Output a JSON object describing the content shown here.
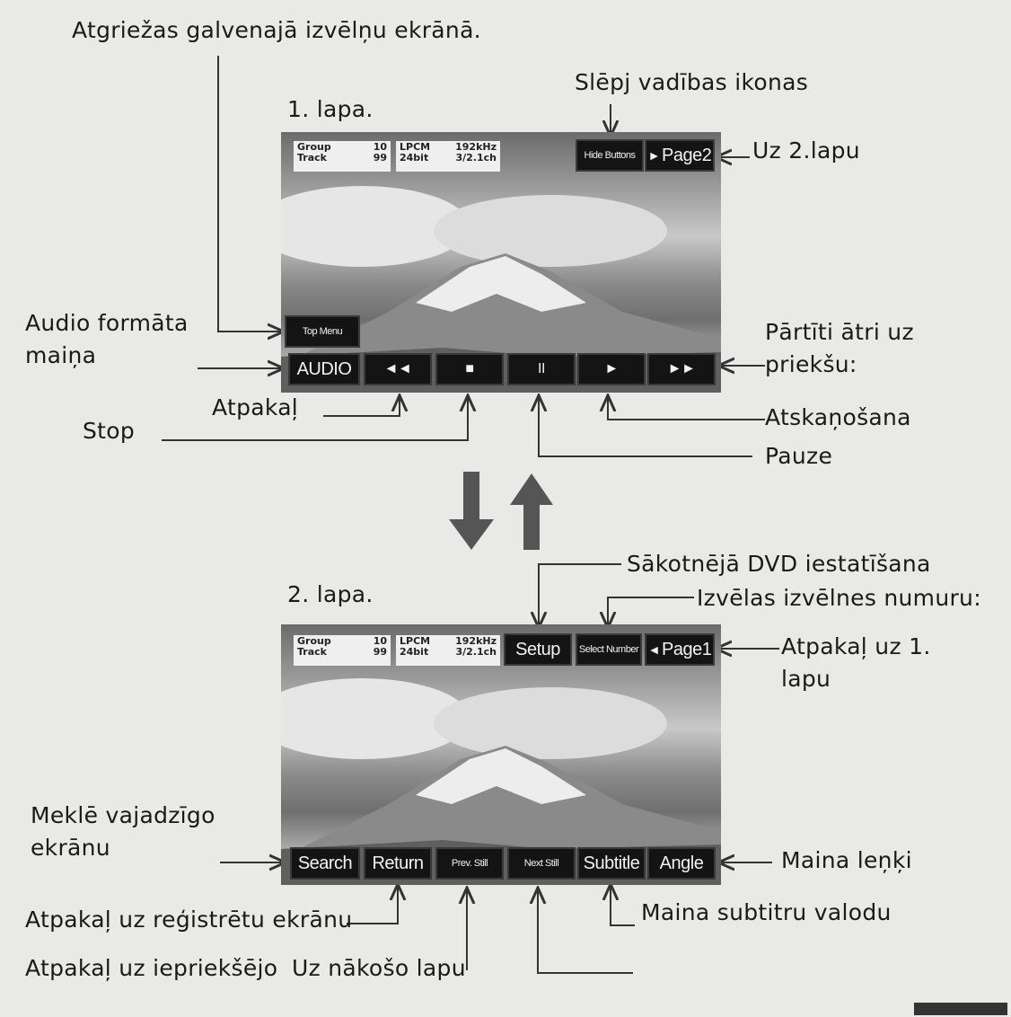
{
  "page1": {
    "heading": "1. lapa.",
    "info": {
      "group_label": "Group",
      "group_value": "10",
      "track_label": "Track",
      "track_value": "99",
      "format": "LPCM",
      "rate": "192kHz",
      "bits": "24bit",
      "channels": "3/2.1ch"
    },
    "buttons": {
      "hide": "Hide Buttons",
      "page2": "Page2",
      "top_menu": "Top Menu",
      "audio": "AUDIO",
      "rewind": "◄◄",
      "stop": "■",
      "pause": "II",
      "play": "►",
      "fastforward": "►►"
    }
  },
  "page2": {
    "heading": "2. lapa.",
    "info": {
      "group_label": "Group",
      "group_value": "10",
      "track_label": "Track",
      "track_value": "99",
      "format": "LPCM",
      "rate": "192kHz",
      "bits": "24bit",
      "channels": "3/2.1ch"
    },
    "buttons": {
      "setup": "Setup",
      "select_number": "Select Number",
      "page1": "Page1",
      "search": "Search",
      "return": "Return",
      "prev_still": "Prev. Still",
      "next_still": "Next Still",
      "subtitle": "Subtitle",
      "angle": "Angle"
    }
  },
  "labels": {
    "top_menu": "Atgriežas galvenajā izvēlņu ekrānā.",
    "hide_buttons": "Slēpj vadības ikonas",
    "to_page2": "Uz 2.lapu",
    "audio": "Audio formāta maiņa",
    "fast_forward": "Pārtīti ātri uz priekšu:",
    "rewind": "Atpakaļ",
    "stop": "Stop",
    "play": "Atskaņošana",
    "pause": "Pauze",
    "setup": "Sākotnējā DVD iestatīšana",
    "select_number": "Izvēlas izvēlnes numuru:",
    "to_page1": "Atpakaļ uz 1. lapu",
    "search": "Meklē vajadzīgo ekrānu",
    "angle": "Maina leņķi",
    "return": "Atpakaļ uz reģistrētu ekrānu",
    "subtitle": "Maina subtitru valodu",
    "prev_still": "Atpakaļ uz iepriekšējo",
    "next_still": "Uz nākošo lapu"
  },
  "colors": {
    "background": "#e9e9e7",
    "button": "#141414",
    "line": "#333333",
    "arrow": "#555555"
  }
}
